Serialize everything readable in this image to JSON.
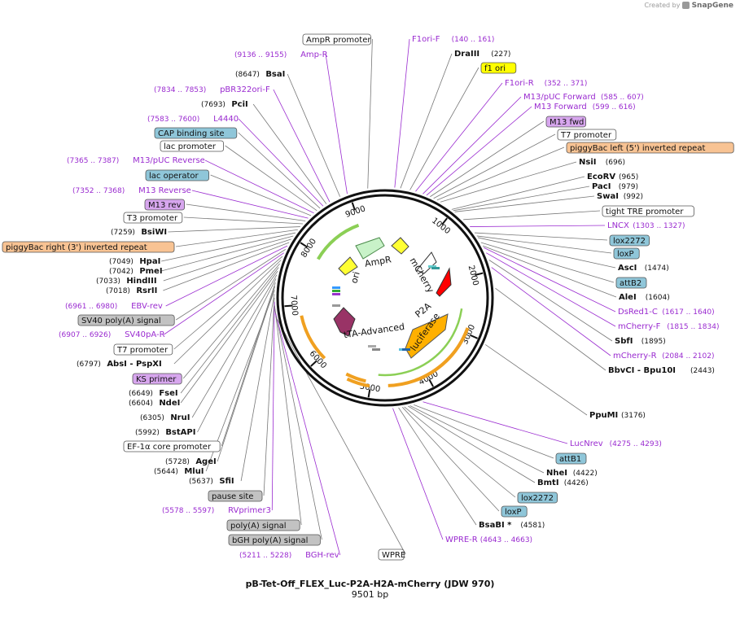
{
  "branding": {
    "created_by": "Created by",
    "app_name": "SnapGene"
  },
  "plasmid": {
    "name": "pB-Tet-Off_FLEX_Luc-P2A-H2A-mCherry (JDW 970)",
    "size_label": "9501 bp",
    "length": 9501
  },
  "ticks": [
    "1000",
    "2000",
    "3000",
    "4000",
    "5000",
    "6000",
    "7000",
    "8000",
    "9000"
  ],
  "colors": {
    "primer": "#9a2bd0",
    "yellow_box": "#ffff00",
    "lavender_box": "#d7a6ee",
    "orange_box": "#f8c393",
    "blue_box": "#8fc6d9",
    "gray_box": "#c2c2c2",
    "white_box": "#ffffff",
    "ampr_feature": "#c8f2c8",
    "ori_feature": "#ffff33",
    "mcherry_feature": "#ff0000",
    "luciferase_feature": "#ffb000",
    "tta_feature": "#993366",
    "orf_arrow": "#f0a020",
    "orf_outline": "#8bcf55"
  },
  "features_inner": [
    {
      "name": "AmpR",
      "icon": "green-arrow"
    },
    {
      "name": "ori",
      "icon": "yellow-arrow"
    },
    {
      "name": "mCherry",
      "icon": "red-arrow"
    },
    {
      "name": "P2A",
      "icon": "white-arrow"
    },
    {
      "name": "luciferase",
      "icon": "orange-box"
    },
    {
      "name": "tTA-Advanced",
      "icon": "purple-arrow"
    }
  ],
  "labels": [
    {
      "name": "AmpR promoter",
      "type": "box",
      "color": "white"
    },
    {
      "name": "Amp-R",
      "type": "primer",
      "range": "(9136 .. 9155)"
    },
    {
      "name": "BsaI",
      "type": "enzyme",
      "pos": "(8647)"
    },
    {
      "name": "pBR322ori-F",
      "type": "primer",
      "range": "(7834 .. 7853)"
    },
    {
      "name": "PciI",
      "type": "enzyme",
      "pos": "(7693)"
    },
    {
      "name": "L4440",
      "type": "primer",
      "range": "(7583 .. 7600)"
    },
    {
      "name": "CAP binding site",
      "type": "box",
      "color": "blue"
    },
    {
      "name": "lac promoter",
      "type": "box",
      "color": "white"
    },
    {
      "name": "M13/pUC Reverse",
      "type": "primer",
      "range": "(7365 .. 7387)"
    },
    {
      "name": "lac operator",
      "type": "box",
      "color": "blue"
    },
    {
      "name": "M13 Reverse",
      "type": "primer",
      "range": "(7352 .. 7368)"
    },
    {
      "name": "M13 rev",
      "type": "box",
      "color": "lavender"
    },
    {
      "name": "T3 promoter",
      "type": "box",
      "color": "white"
    },
    {
      "name": "BsiWI",
      "type": "enzyme",
      "pos": "(7259)"
    },
    {
      "name": "piggyBac right (3') inverted repeat",
      "type": "box",
      "color": "orange"
    },
    {
      "name": "HpaI",
      "type": "enzyme",
      "pos": "(7049)"
    },
    {
      "name": "PmeI",
      "type": "enzyme",
      "pos": "(7042)"
    },
    {
      "name": "HindIII",
      "type": "enzyme",
      "pos": "(7033)"
    },
    {
      "name": "RsrII",
      "type": "enzyme",
      "pos": "(7018)"
    },
    {
      "name": "EBV-rev",
      "type": "primer",
      "range": "(6961 .. 6980)"
    },
    {
      "name": "SV40 poly(A) signal",
      "type": "box",
      "color": "gray"
    },
    {
      "name": "SV40pA-R",
      "type": "primer",
      "range": "(6907 .. 6926)"
    },
    {
      "name": "T7 promoter",
      "type": "box",
      "color": "white"
    },
    {
      "name": "AbsI  - PspXI",
      "type": "enzyme",
      "pos": "(6797)"
    },
    {
      "name": "KS primer",
      "type": "box",
      "color": "lavender"
    },
    {
      "name": "FseI",
      "type": "enzyme",
      "pos": "(6649)"
    },
    {
      "name": "NdeI",
      "type": "enzyme",
      "pos": "(6604)"
    },
    {
      "name": "NruI",
      "type": "enzyme",
      "pos": "(6305)"
    },
    {
      "name": "BstAPI",
      "type": "enzyme",
      "pos": "(5992)"
    },
    {
      "name": "EF-1α core promoter",
      "type": "box",
      "color": "white"
    },
    {
      "name": "AgeI",
      "type": "enzyme",
      "pos": "(5728)"
    },
    {
      "name": "MluI",
      "type": "enzyme",
      "pos": "(5644)"
    },
    {
      "name": "SfiI",
      "type": "enzyme",
      "pos": "(5637)"
    },
    {
      "name": "pause site",
      "type": "box",
      "color": "gray"
    },
    {
      "name": "RVprimer3",
      "type": "primer",
      "range": "(5578 .. 5597)"
    },
    {
      "name": "poly(A) signal",
      "type": "box",
      "color": "gray"
    },
    {
      "name": "bGH poly(A) signal",
      "type": "box",
      "color": "gray"
    },
    {
      "name": "BGH-rev",
      "type": "primer",
      "range": "(5211 .. 5228)"
    },
    {
      "name": "WPRE",
      "type": "box",
      "color": "white"
    },
    {
      "name": "F1ori-F",
      "type": "primer",
      "range": "(140 .. 161)"
    },
    {
      "name": "DraIII",
      "type": "enzyme",
      "pos": "(227)"
    },
    {
      "name": "f1 ori",
      "type": "box",
      "color": "yellow"
    },
    {
      "name": "F1ori-R",
      "type": "primer",
      "range": "(352 .. 371)"
    },
    {
      "name": "M13/pUC Forward",
      "type": "primer",
      "range": "(585 .. 607)"
    },
    {
      "name": "M13 Forward",
      "type": "primer",
      "range": "(599 .. 616)"
    },
    {
      "name": "M13 fwd",
      "type": "box",
      "color": "lavender"
    },
    {
      "name": "T7 promoter",
      "type": "box",
      "color": "white"
    },
    {
      "name": "piggyBac left (5') inverted repeat",
      "type": "box",
      "color": "orange"
    },
    {
      "name": "NsiI",
      "type": "enzyme",
      "pos": "(696)"
    },
    {
      "name": "EcoRV",
      "type": "enzyme",
      "pos": "(965)"
    },
    {
      "name": "PacI",
      "type": "enzyme",
      "pos": "(979)"
    },
    {
      "name": "SwaI",
      "type": "enzyme",
      "pos": "(992)"
    },
    {
      "name": "tight TRE promoter",
      "type": "box",
      "color": "white"
    },
    {
      "name": "LNCX",
      "type": "primer",
      "range": "(1303 .. 1327)"
    },
    {
      "name": "lox2272",
      "type": "box",
      "color": "blue"
    },
    {
      "name": "loxP",
      "type": "box",
      "color": "blue"
    },
    {
      "name": "AscI",
      "type": "enzyme",
      "pos": "(1474)"
    },
    {
      "name": "attB2",
      "type": "box",
      "color": "blue"
    },
    {
      "name": "AleI",
      "type": "enzyme",
      "pos": "(1604)"
    },
    {
      "name": "DsRed1-C",
      "type": "primer",
      "range": "(1617 .. 1640)"
    },
    {
      "name": "mCherry-F",
      "type": "primer",
      "range": "(1815 .. 1834)"
    },
    {
      "name": "SbfI",
      "type": "enzyme",
      "pos": "(1895)"
    },
    {
      "name": "mCherry-R",
      "type": "primer",
      "range": "(2084 .. 2102)"
    },
    {
      "name": "BbvCI  - Bpu10I",
      "type": "enzyme",
      "pos": "(2443)"
    },
    {
      "name": "PpuMI",
      "type": "enzyme",
      "pos": "(3176)"
    },
    {
      "name": "LucNrev",
      "type": "primer",
      "range": "(4275 .. 4293)"
    },
    {
      "name": "attB1",
      "type": "box",
      "color": "blue"
    },
    {
      "name": "NheI",
      "type": "enzyme",
      "pos": "(4422)"
    },
    {
      "name": "BmtI",
      "type": "enzyme",
      "pos": "(4426)"
    },
    {
      "name": "lox2272",
      "type": "box",
      "color": "blue"
    },
    {
      "name": "loxP",
      "type": "box",
      "color": "blue"
    },
    {
      "name": "BsaBI *",
      "type": "enzyme",
      "pos": "(4581)"
    },
    {
      "name": "WPRE-R",
      "type": "primer",
      "range": "(4643 .. 4663)"
    }
  ]
}
